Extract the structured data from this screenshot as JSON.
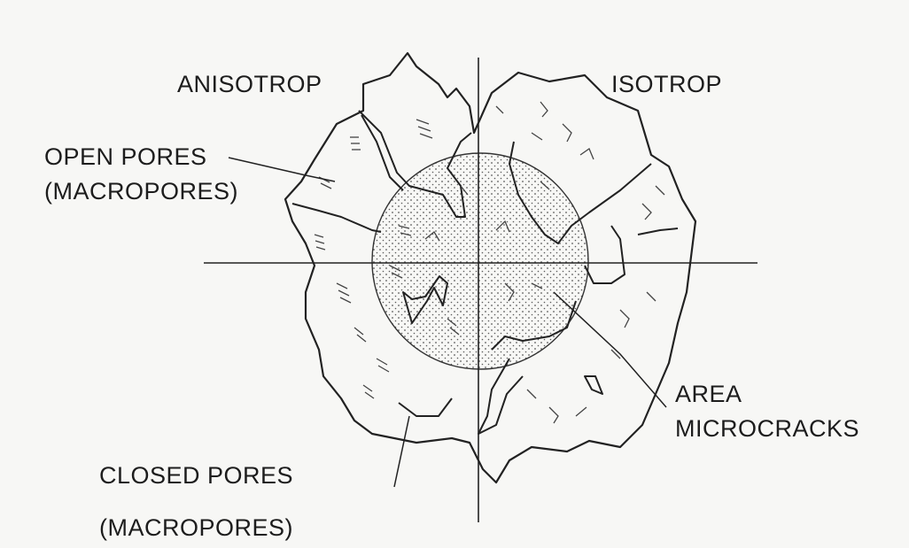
{
  "labels": {
    "anisotrop": "ANISOTROP",
    "isotrop": "ISOTROP",
    "open_pores_1": "OPEN PORES",
    "open_pores_2": "(MACROPORES)",
    "area": "AREA",
    "microcracks": "MICROCRACKS",
    "closed_pores_1": "CLOSED PORES",
    "closed_pores_2": "(MACROPORES)"
  },
  "colors": {
    "ink": "#222222",
    "background": "#f7f7f5",
    "stipple": "#5a5a5a"
  }
}
